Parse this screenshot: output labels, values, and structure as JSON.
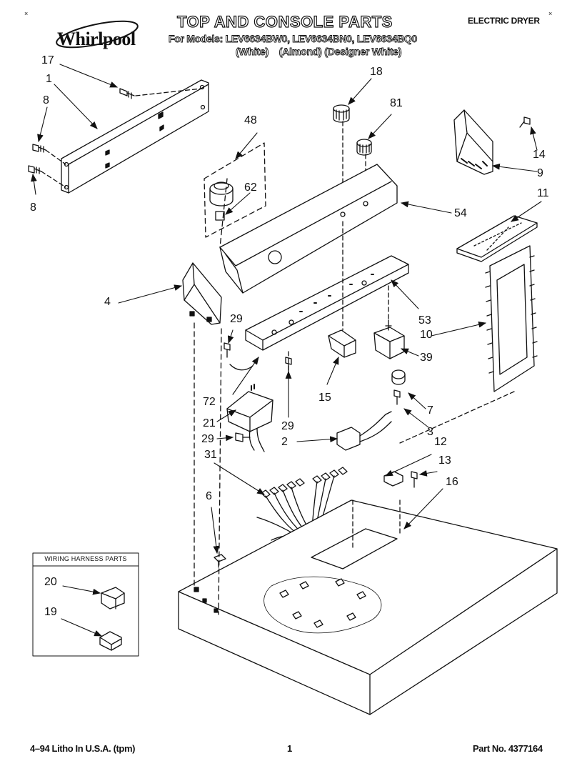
{
  "header": {
    "brand": "Whirlpool",
    "title": "TOP AND CONSOLE PARTS",
    "models_line": "For Models: LEV6634BW0, LEV6634BN0, LEV6634BQ0",
    "colors_line": "(White)    (Almond) (Designer White)",
    "product_type": "ELECTRIC DRYER"
  },
  "callouts": {
    "c17": "17",
    "c1": "1",
    "c8a": "8",
    "c8b": "8",
    "c48": "48",
    "c62": "62",
    "c18": "18",
    "c81": "81",
    "c14": "14",
    "c9": "9",
    "c11": "11",
    "c54": "54",
    "c4": "4",
    "c29a": "29",
    "c53": "53",
    "c10": "10",
    "c39": "39",
    "c72": "72",
    "c15": "15",
    "c7": "7",
    "c21": "21",
    "c29b": "29",
    "c3": "3",
    "c29c": "29",
    "c2": "2",
    "c12": "12",
    "c31": "31",
    "c13": "13",
    "c16": "16",
    "c6": "6",
    "c20": "20",
    "c19": "19"
  },
  "harness_box": {
    "title": "WIRING HARNESS PARTS"
  },
  "footer": {
    "litho": "4–94 Litho In U.S.A. (tpm)",
    "page": "1",
    "part_no": "Part No. 4377164"
  }
}
